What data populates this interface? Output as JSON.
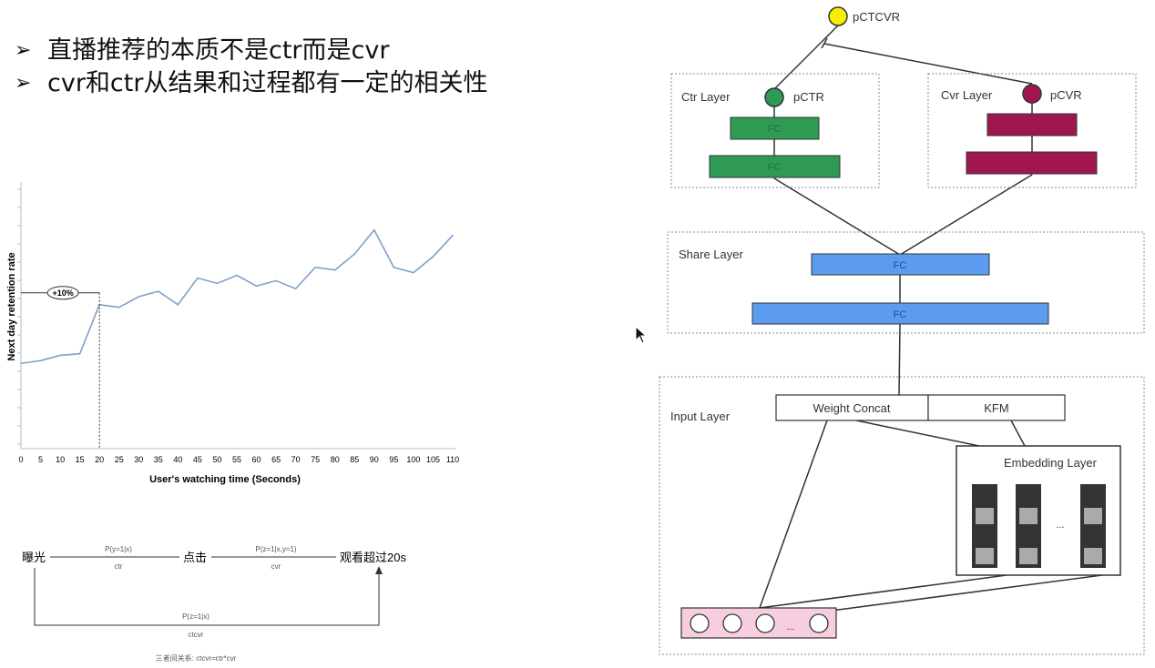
{
  "bullets": [
    "直播推荐的本质不是ctr而是cvr",
    "cvr和ctr从结果和过程都有一定的相关性"
  ],
  "chart_data": {
    "type": "line",
    "xlabel": "User's watching time (Seconds)",
    "ylabel": "Next day retention rate",
    "x": [
      0,
      5,
      10,
      15,
      20,
      25,
      30,
      35,
      40,
      45,
      50,
      55,
      60,
      65,
      70,
      75,
      80,
      85,
      90,
      95,
      100,
      105,
      110
    ],
    "series": [
      {
        "values": [
          0.46,
          0.465,
          0.475,
          0.478,
          0.57,
          0.565,
          0.585,
          0.595,
          0.57,
          0.62,
          0.61,
          0.625,
          0.605,
          0.615,
          0.6,
          0.64,
          0.635,
          0.665,
          0.71,
          0.64,
          0.63,
          0.66,
          0.7
        ]
      }
    ],
    "ylim": [
      0.3,
      0.8
    ],
    "xticks": [
      "0",
      "5",
      "10",
      "15",
      "20",
      "25",
      "30",
      "35",
      "40",
      "45",
      "50",
      "55",
      "60",
      "65",
      "70",
      "75",
      "80",
      "85",
      "90",
      "95",
      "100",
      "105",
      "110"
    ],
    "annotation": "+10%",
    "annotation_x": 20,
    "color": "#7fa0cc"
  },
  "flow": {
    "exposure": "曝光",
    "click": "点击",
    "watch": "观看超过20s",
    "p1": "P(y=1|x)",
    "p1_name": "ctr",
    "p2": "P(z=1|x,y=1)",
    "p2_name": "cvr",
    "p3": "P(z=1|x)",
    "p3_name": "ctcvr",
    "relation": "三者间关系: ctcvr=ctr*cvr"
  },
  "arch": {
    "pctcvr": "pCTCVR",
    "ctr_layer": "Ctr Layer",
    "pctr": "pCTR",
    "cvr_layer": "Cvr Layer",
    "pcvr": "pCVR",
    "fc": "FC",
    "share_layer": "Share Layer",
    "input_layer": "Input Layer",
    "weight_concat": "Weight Concat",
    "kfm": "KFM",
    "embedding_layer": "Embedding Layer",
    "ellipsis": "...",
    "colors": {
      "ctr": "#2e9a54",
      "cvr": "#a0174f",
      "share": "#5b9cf0",
      "yellow": "#f6f000",
      "pink": "#f7cde0"
    }
  }
}
